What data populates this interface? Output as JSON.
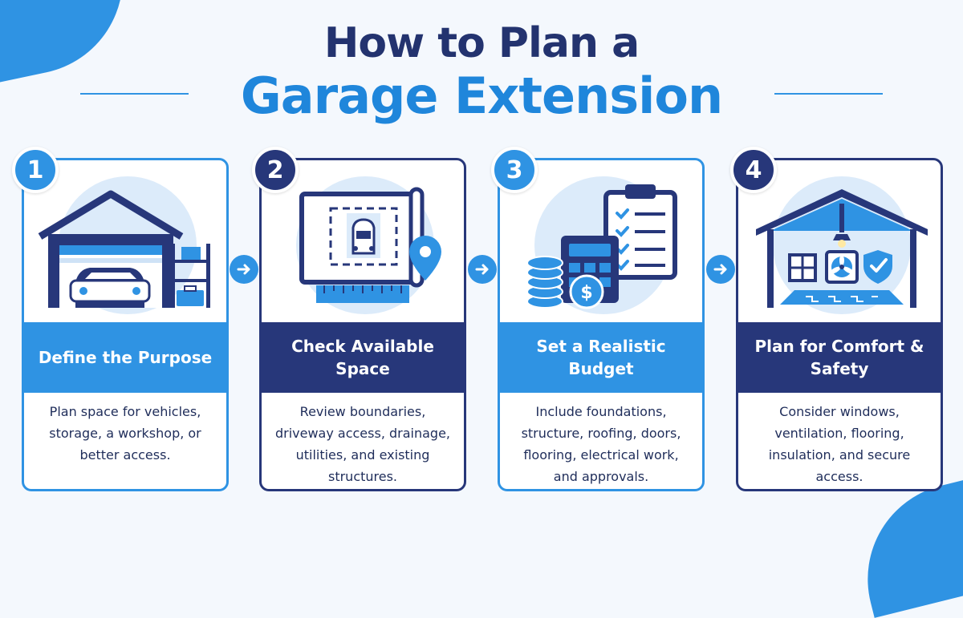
{
  "header": {
    "title_line1": "How to Plan a",
    "title_line2": "Garage Extension"
  },
  "colors": {
    "dark_navy": "#27377a",
    "accent_blue": "#2f93e3",
    "background": "#f4f8fd"
  },
  "steps": [
    {
      "number": "1",
      "title": "Define the Purpose",
      "description": "Plan space for vehicles, storage, a workshop, or better access.",
      "icon": "garage-car-icon",
      "style": "light"
    },
    {
      "number": "2",
      "title": "Check Available Space",
      "description": "Review boundaries, driveway access, drainage, utilities, and existing structures.",
      "icon": "blueprint-icon",
      "style": "dark"
    },
    {
      "number": "3",
      "title": "Set a Realistic Budget",
      "description": "Include foundations, structure, roofing, doors, flooring, electrical work, and approvals.",
      "icon": "budget-icon",
      "style": "light"
    },
    {
      "number": "4",
      "title": "Plan for Comfort & Safety",
      "description": "Consider windows, ventilation, flooring, insulation, and secure access.",
      "icon": "comfort-safety-icon",
      "style": "dark"
    }
  ]
}
